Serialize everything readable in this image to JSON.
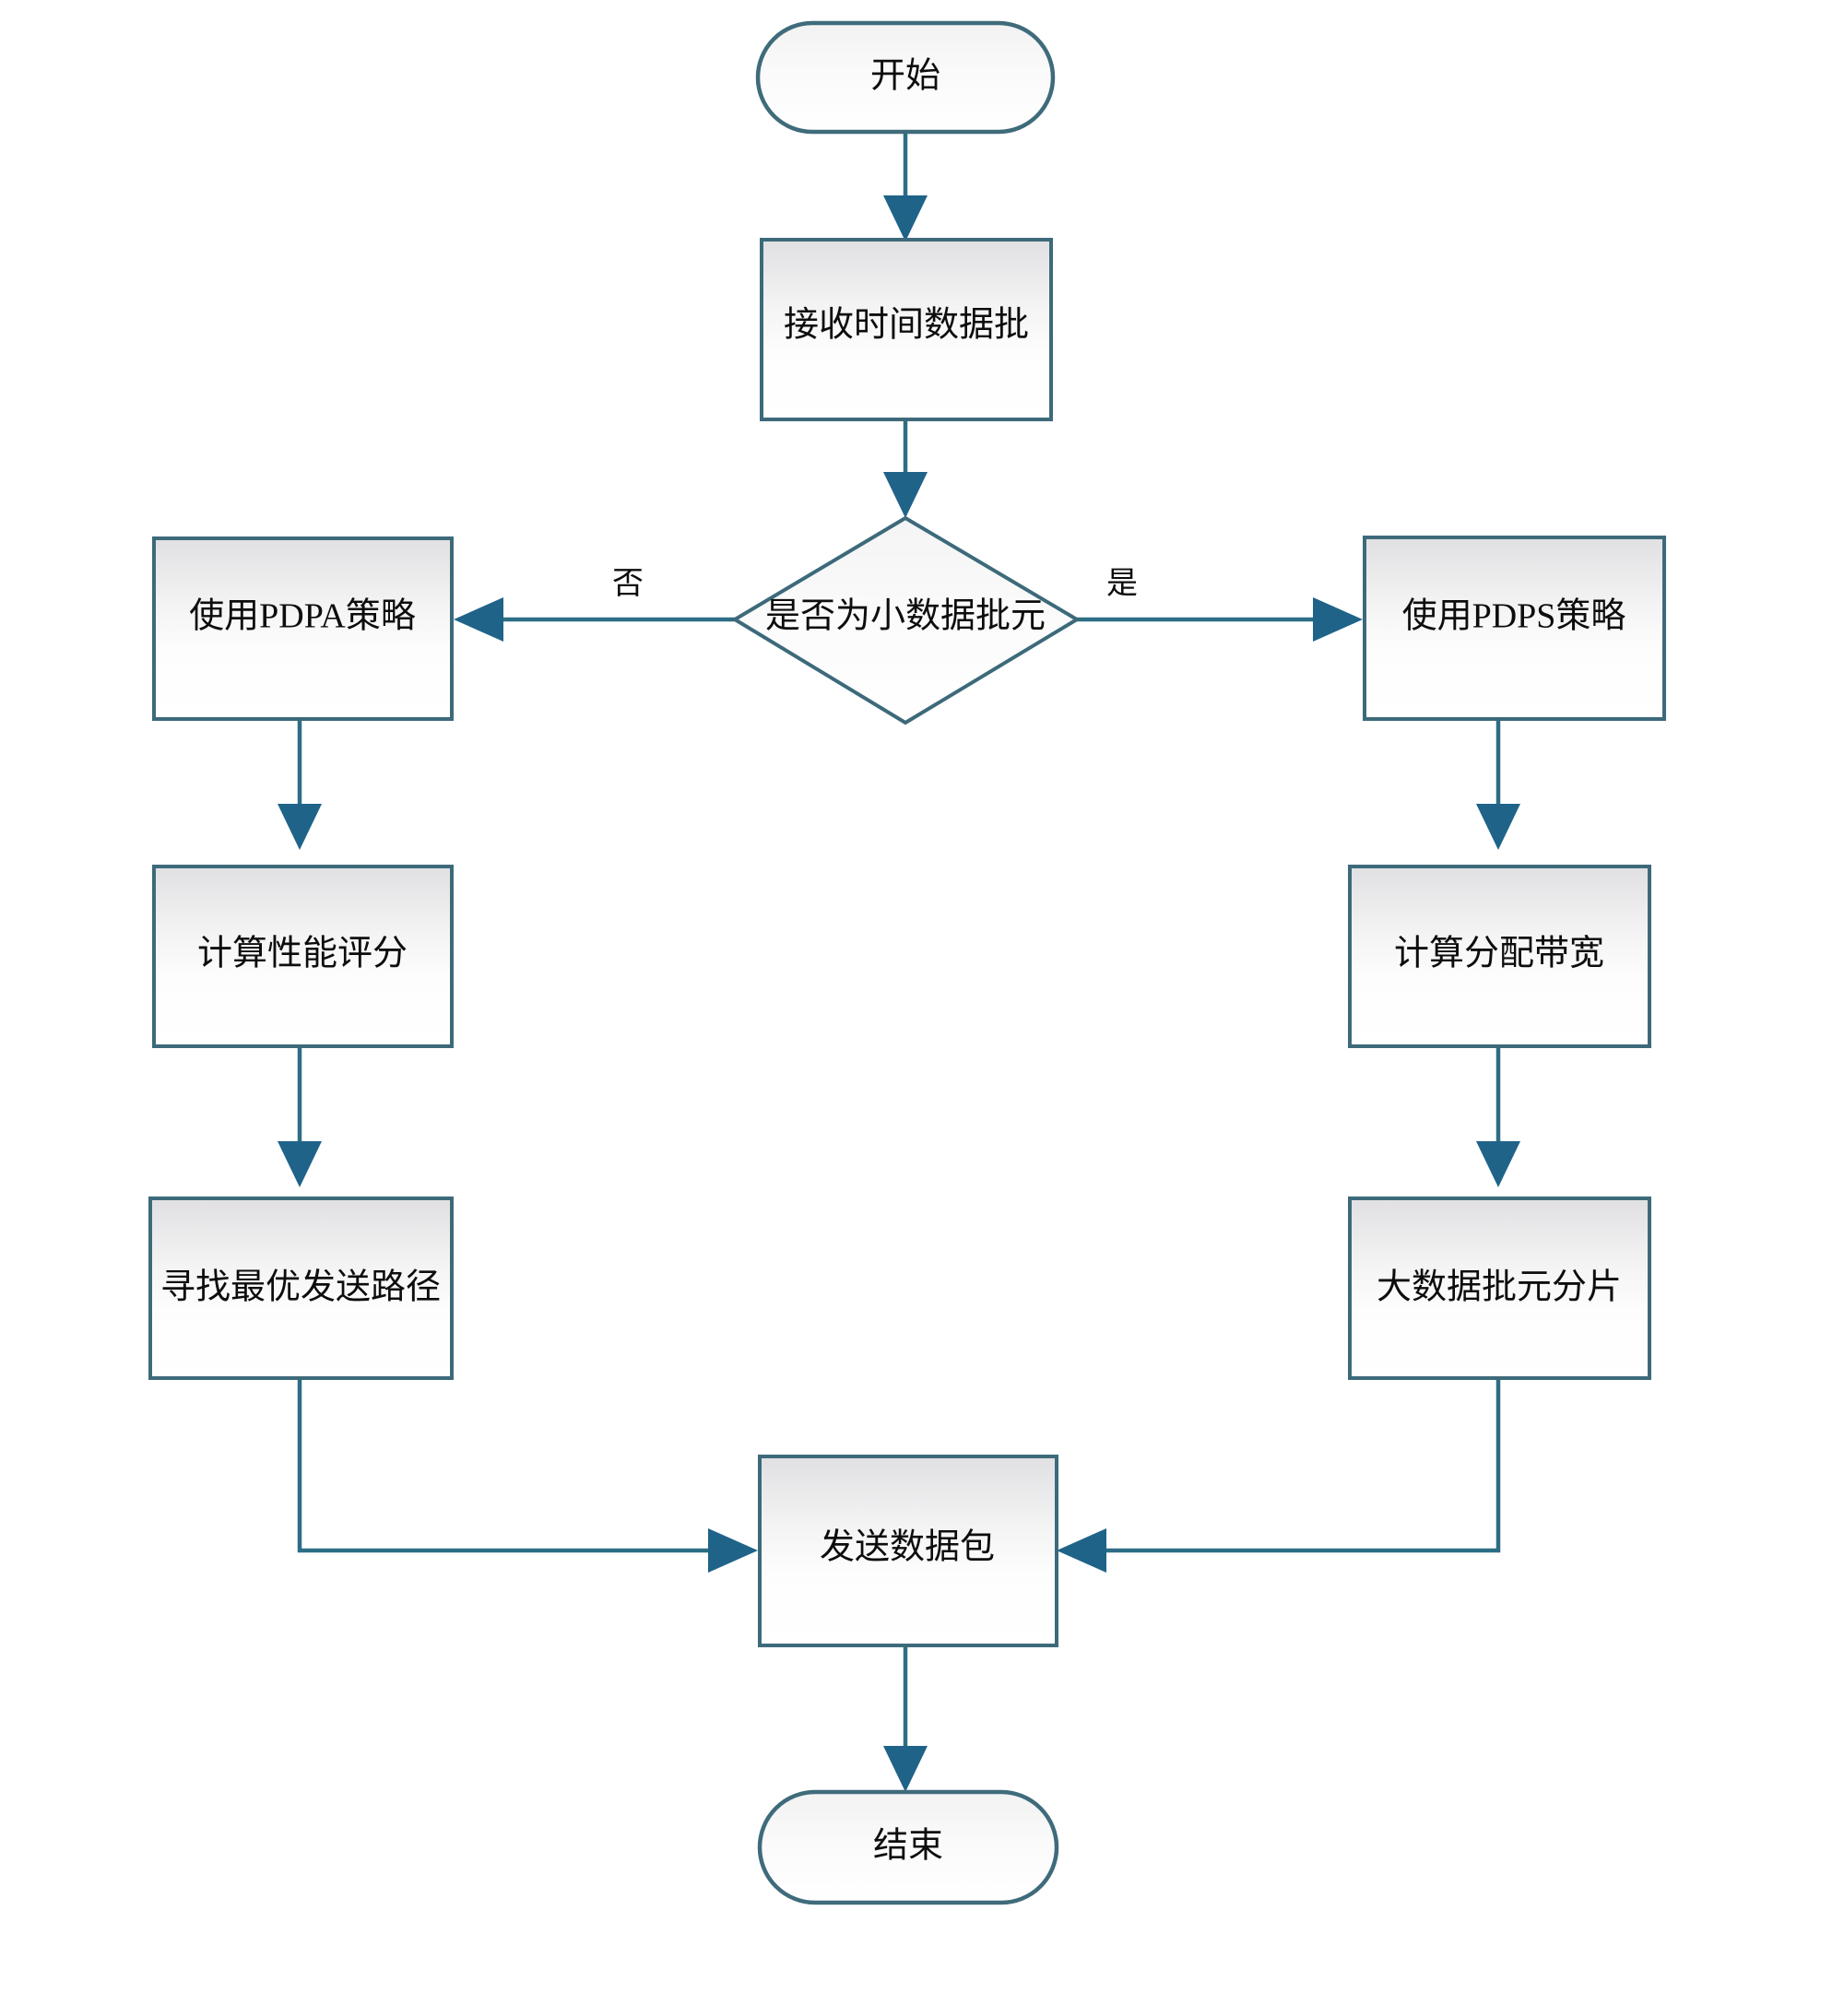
{
  "diagram": {
    "type": "flowchart",
    "orientation": "top-to-bottom",
    "language": "zh-CN",
    "colors": {
      "stroke": "#2e6d85",
      "rect_stroke": "#3d6a7a",
      "arrow_fill": "#1f6389",
      "text": "#0d0d0d",
      "fill_top": "#e2e2e4",
      "fill_bottom": "#ffffff",
      "background": "#ffffff"
    },
    "nodes": {
      "start": {
        "id": "start",
        "shape": "stadium",
        "label": "开始"
      },
      "receive": {
        "id": "receive",
        "shape": "process",
        "label": "接收时间数据批"
      },
      "decision": {
        "id": "decision",
        "shape": "decision",
        "label": "是否为小数据批元"
      },
      "pdpa": {
        "id": "pdpa",
        "shape": "process",
        "label": "使用PDPA策略"
      },
      "pdps": {
        "id": "pdps",
        "shape": "process",
        "label": "使用PDPS策略"
      },
      "score": {
        "id": "score",
        "shape": "process",
        "label": "计算性能评分"
      },
      "bandwidth": {
        "id": "bandwidth",
        "shape": "process",
        "label": "计算分配带宽"
      },
      "path": {
        "id": "path",
        "shape": "process",
        "label": "寻找最优发送路径"
      },
      "shard": {
        "id": "shard",
        "shape": "process",
        "label": "大数据批元分片"
      },
      "send": {
        "id": "send",
        "shape": "process",
        "label": "发送数据包"
      },
      "end": {
        "id": "end",
        "shape": "stadium",
        "label": "结束"
      }
    },
    "edges": [
      {
        "from": "start",
        "to": "receive",
        "label": ""
      },
      {
        "from": "receive",
        "to": "decision",
        "label": ""
      },
      {
        "from": "decision",
        "to": "pdpa",
        "label": "否"
      },
      {
        "from": "decision",
        "to": "pdps",
        "label": "是"
      },
      {
        "from": "pdpa",
        "to": "score",
        "label": ""
      },
      {
        "from": "score",
        "to": "path",
        "label": ""
      },
      {
        "from": "path",
        "to": "send",
        "label": ""
      },
      {
        "from": "pdps",
        "to": "bandwidth",
        "label": ""
      },
      {
        "from": "bandwidth",
        "to": "shard",
        "label": ""
      },
      {
        "from": "shard",
        "to": "send",
        "label": ""
      },
      {
        "from": "send",
        "to": "end",
        "label": ""
      }
    ],
    "edge_labels": {
      "no": "否",
      "yes": "是"
    }
  }
}
